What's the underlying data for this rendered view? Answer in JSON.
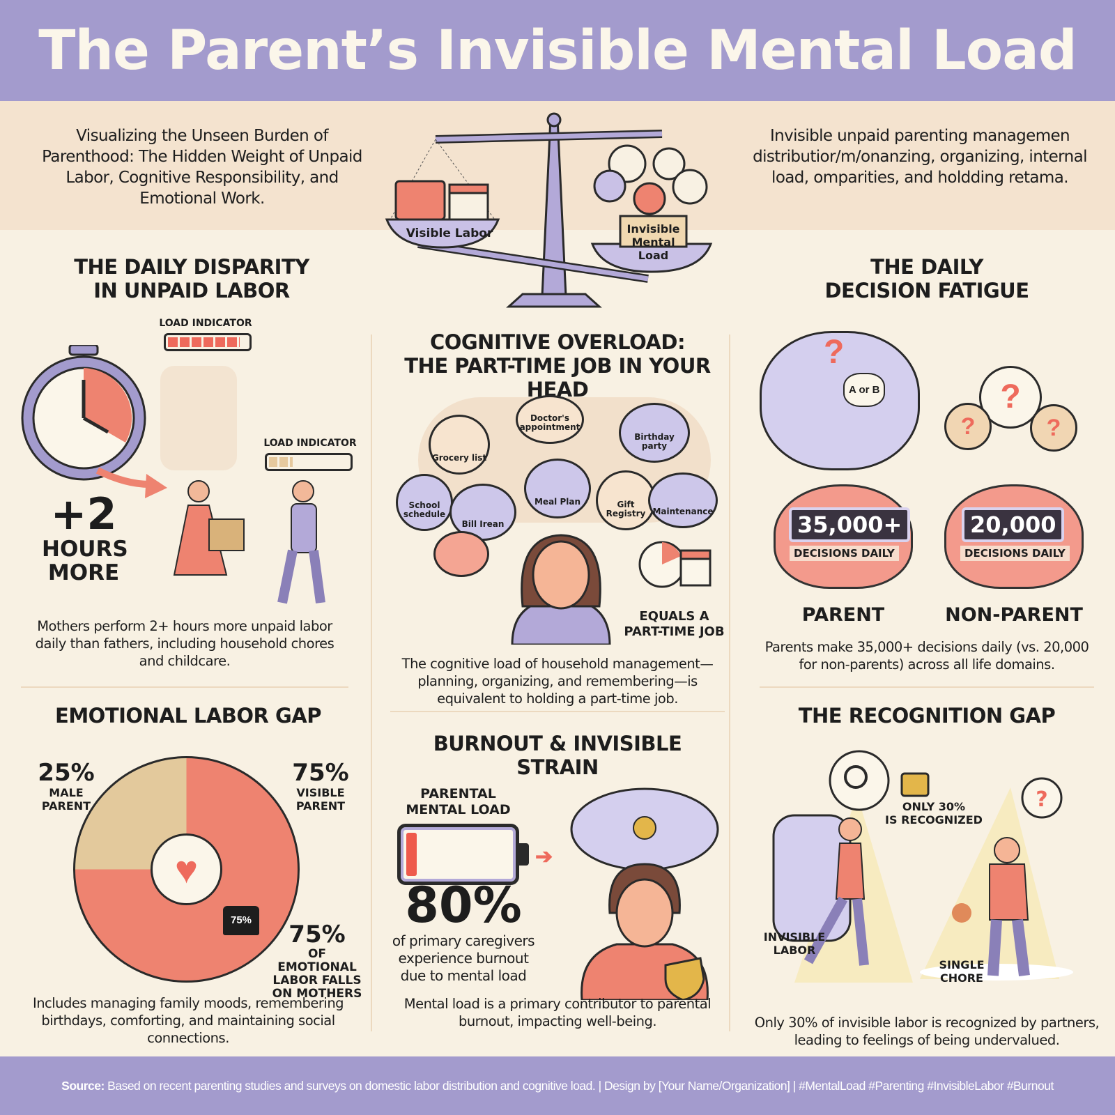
{
  "title": "The Parent’s Invisible Mental Load",
  "intro_left": "Visualizing the Unseen Burden of Parenthood: The Hidden Weight of Unpaid Labor, Cognitive Responsibility, and Emotional Work.",
  "intro_right": "Invisible unpaid parenting managemen distributior/m/onanzing, organizing, internal load, omparities, and holdding retama.",
  "scale": {
    "left_label": "Visible Labor",
    "right_label": "Invisible Mental Load"
  },
  "disparity": {
    "title_1": "THE DAILY DISPARITY",
    "title_2": "IN UNPAID LABOR",
    "load_indicator_1": "LOAD INDICATOR",
    "load_indicator_2": "LOAD INDICATOR",
    "mother_load": 0.9,
    "father_load": 0.3,
    "stat_value": "+2",
    "stat_unit_1": "HOURS",
    "stat_unit_2": "MORE",
    "description": "Mothers perform 2+ hours more unpaid labor daily than fathers, including household chores and childcare."
  },
  "cognitive": {
    "title_1": "COGNITIVE OVERLOAD:",
    "title_2": "THE PART-TIME JOB IN YOUR HEAD",
    "bubbles": [
      "Grocery list",
      "Doctor's appointment",
      "Birthday party",
      "School schedule",
      "Bill Irean",
      "Meal Plan",
      "Gift Registry",
      "Maintenance"
    ],
    "equals_1": "EQUALS A",
    "equals_2": "PART-TIME JOB",
    "description": "The cognitive load of household management—planning, organizing, and remembering—is equivalent to holding a part-time job."
  },
  "decision": {
    "title_1": "THE DAILY",
    "title_2": "DECISION FATIGUE",
    "parent_value": "35,000+",
    "nonparent_value": "20,000",
    "unit": "DECISIONS DAILY",
    "parent_label": "PARENT",
    "nonparent_label": "NON-PARENT",
    "a_or_b": "A or B",
    "description": "Parents make 35,000+ decisions daily (vs. 20,000 for non-parents) across all life domains."
  },
  "emotional": {
    "title": "EMOTIONAL LABOR GAP",
    "male_pct": "25%",
    "male_label_1": "MALE",
    "male_label_2": "PARENT",
    "visible_pct": "75%",
    "visible_label_1": "VISIBLE",
    "visible_label_2": "PARENT",
    "weight_label": "75%",
    "mothers_pct": "75%",
    "mothers_label_1": "OF EMOTIONAL",
    "mothers_label_2": "LABOR FALLS",
    "mothers_label_3": "ON MOTHERS",
    "description": "Includes managing family moods, remembering birthdays, comforting, and maintaining social connections."
  },
  "burnout": {
    "title": "BURNOUT & INVISIBLE STRAIN",
    "battery_label_1": "PARENTAL",
    "battery_label_2": "MENTAL LOAD",
    "battery_level": 0.1,
    "stat": "80%",
    "stat_desc": "of primary caregivers experience burnout due to mental load",
    "description": "Mental load is a primary contributor to parental burnout, impacting well-being."
  },
  "recognition": {
    "title": "THE RECOGNITION GAP",
    "lock_label_1": "ONLY 30%",
    "lock_label_2": "IS RECOGNIZED",
    "invisible_1": "INVISIBLE",
    "invisible_2": "LABOR",
    "chore_1": "SINGLE",
    "chore_2": "CHORE",
    "description": "Only 30% of invisible labor is recognized by partners, leading to feelings of being undervalued."
  },
  "footer": {
    "source_label": "Source:",
    "text": " Based on recent parenting studies and surveys on domestic labor distribution and cognitive load. | Design by [Your Name/Organization] | #MentalLoad #Parenting #InvisibleLabor #Burnout"
  },
  "colors": {
    "purple": "#a39bcd",
    "salmon": "#ee8370",
    "tan": "#e3c99c",
    "cream": "#f8f1e3"
  }
}
